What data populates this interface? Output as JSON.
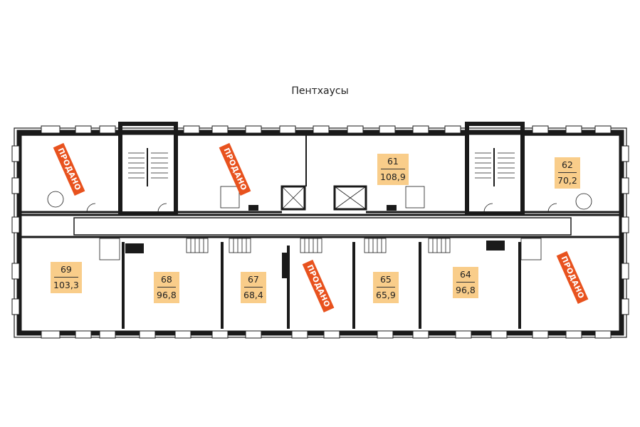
{
  "title": "Пентхаусы",
  "colors": {
    "wall": "#1a1a1a",
    "apartment_label": "#f9cd8a",
    "sold_badge": "#e8521e"
  },
  "sold_label": "ПРОДАНО",
  "apartments": [
    {
      "number": "61",
      "area": "108,9",
      "status": "available"
    },
    {
      "number": "62",
      "area": "70,2",
      "status": "available"
    },
    {
      "number": "69",
      "area": "103,3",
      "status": "available"
    },
    {
      "number": "68",
      "area": "96,8",
      "status": "available"
    },
    {
      "number": "67",
      "area": "68,4",
      "status": "available"
    },
    {
      "number": "65",
      "area": "65,9",
      "status": "available"
    },
    {
      "number": "64",
      "area": "96,8",
      "status": "available"
    }
  ],
  "sold_badges": [
    "ПРОДАНО",
    "ПРОДАНО",
    "ПРОДАНО",
    "ПРОДАНО"
  ]
}
